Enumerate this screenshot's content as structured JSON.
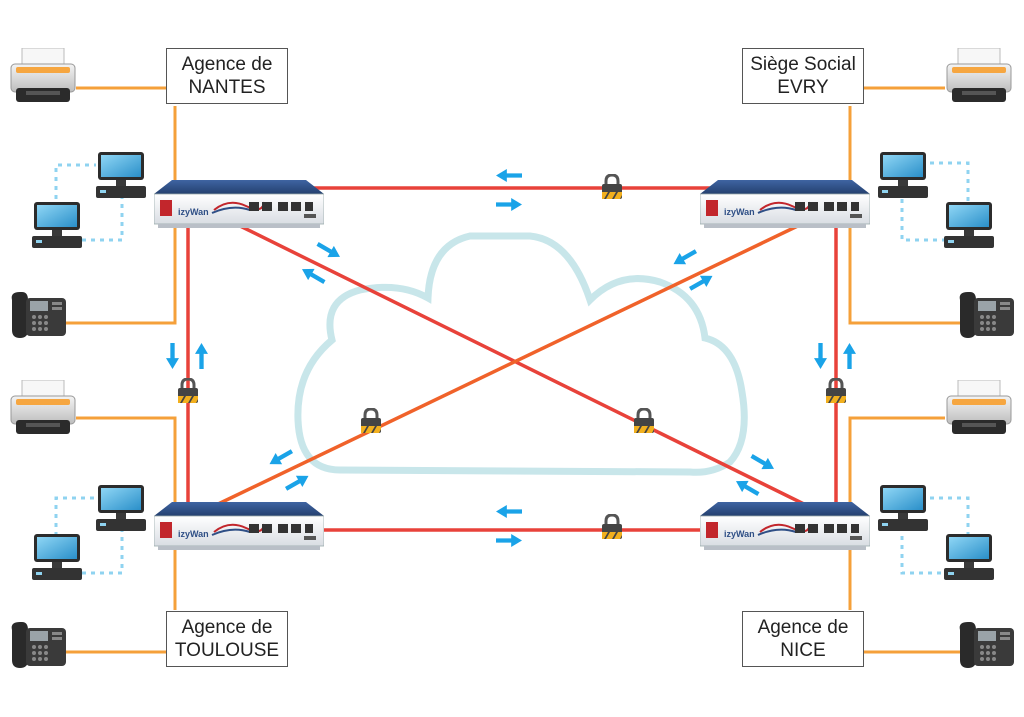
{
  "sites": {
    "nantes": {
      "line1": "Agence de",
      "line2": "NANTES"
    },
    "evry": {
      "line1": "Siège Social",
      "line2": "EVRY"
    },
    "toulouse": {
      "line1": "Agence de",
      "line2": "TOULOUSE"
    },
    "nice": {
      "line1": "Agence de",
      "line2": "NICE"
    }
  },
  "router": {
    "brand_label": "izyWan"
  },
  "colors": {
    "red_link": "#e8423a",
    "orange_link": "#f08a1e",
    "lan_line": "#f5a03a",
    "dotted_line": "#8fd3f0",
    "arrow": "#1aa3e8",
    "cloud": "#c8e6ea",
    "router_body": "#2f4f86"
  },
  "icons": [
    "printer-icon",
    "desktop-computer-icon",
    "ip-phone-icon",
    "padlock-icon",
    "router-appliance",
    "cloud-shape",
    "flow-arrow-icon"
  ]
}
